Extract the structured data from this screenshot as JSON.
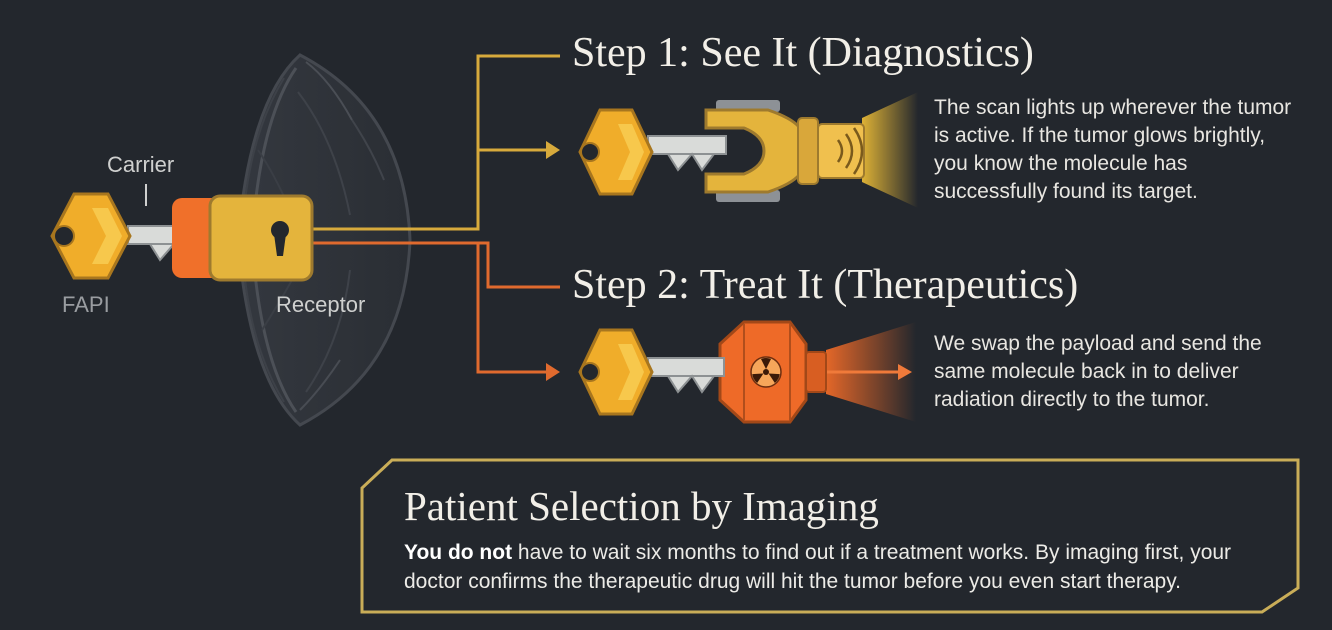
{
  "labels": {
    "carrier": "Carrier",
    "fapi": "FAPI",
    "receptor": "Receptor"
  },
  "steps": [
    {
      "title": "Step 1: See It (Diagnostics)",
      "description": "The scan lights up wherever the tumor is active. If the tumor glows brightly, you know the molecule has successfully found its target.",
      "color": "#e2b33a",
      "icon": "flashlight-icon"
    },
    {
      "title": "Step 2: Treat It (Therapeutics)",
      "description": "We swap the payload and send the same molecule back in to deliver radiation directly to the tumor.",
      "color": "#ec6a2a",
      "icon": "radiation-icon"
    }
  ],
  "panel": {
    "title": "Patient Selection by Imaging",
    "body_lead": "You do not",
    "body_rest": " have to wait six months to find out if a treatment works. By imaging first, your doctor confirms the therapeutic drug will hit the tumor before you even start therapy."
  },
  "colors": {
    "background": "#23272d",
    "gold": "#e2b33a",
    "orange": "#ec6a2a",
    "panel_border": "#c9ad58"
  }
}
